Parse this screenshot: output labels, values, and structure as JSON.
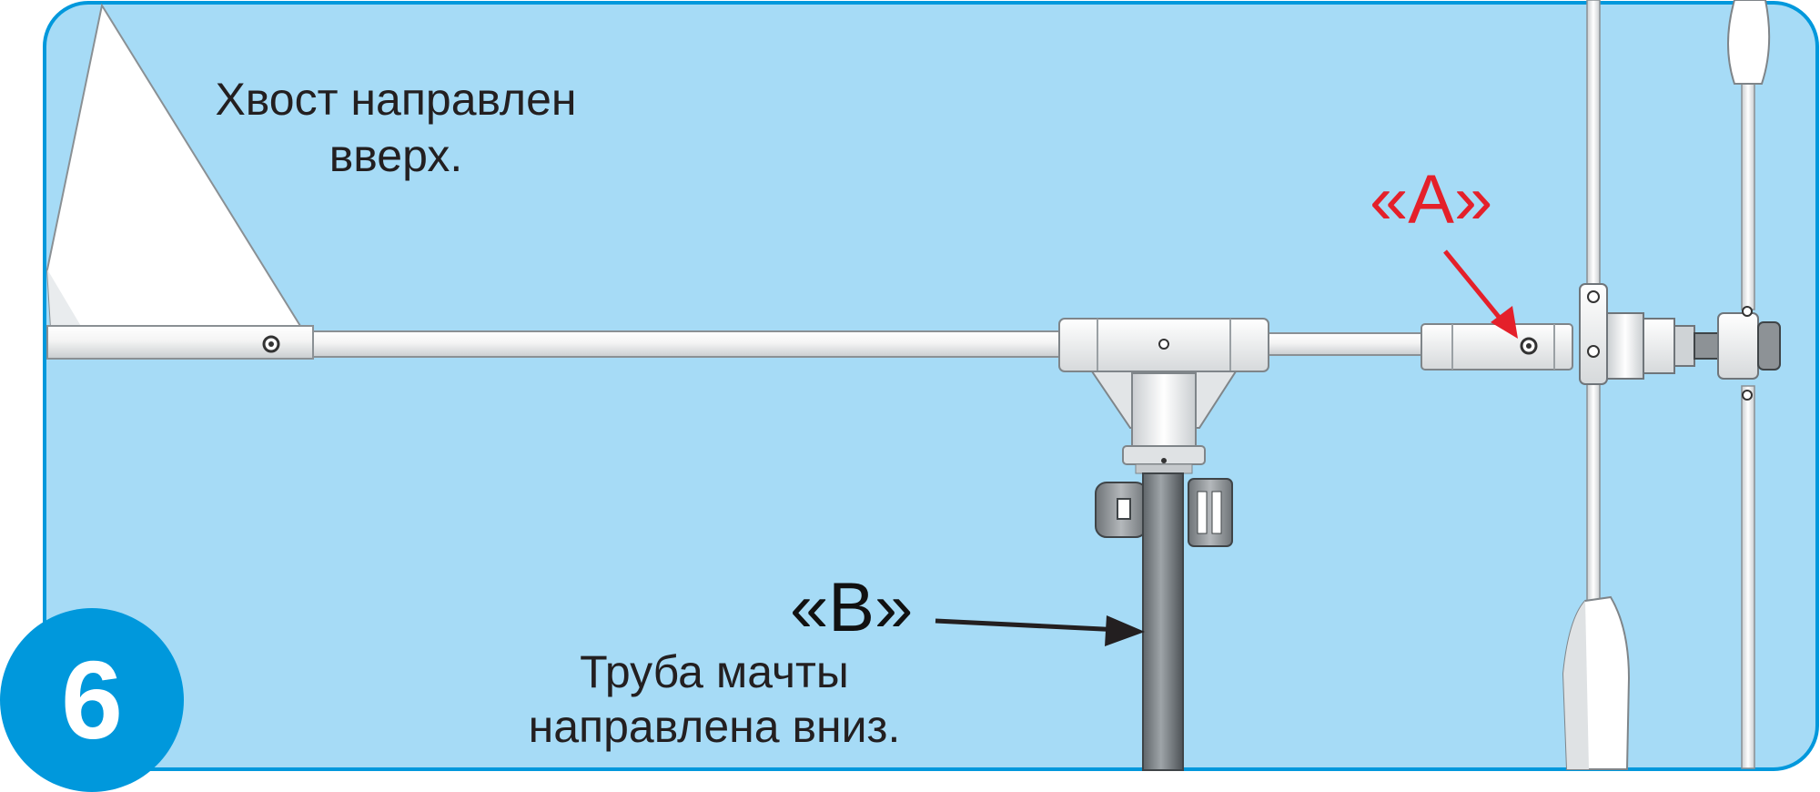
{
  "step": {
    "number": "6"
  },
  "notes": {
    "tail_line1": "Хвост направлен",
    "tail_line2": "вверх.",
    "mast_line1": "Труба мачты",
    "mast_line2": "направлена вниз."
  },
  "markers": {
    "a": "«A»",
    "b": "«B»"
  },
  "colors": {
    "background": "#a6dbf6",
    "frame": "#0098dc",
    "marker_a": "#e4202a",
    "marker_b": "#111111",
    "step_badge": "#0098dc"
  }
}
